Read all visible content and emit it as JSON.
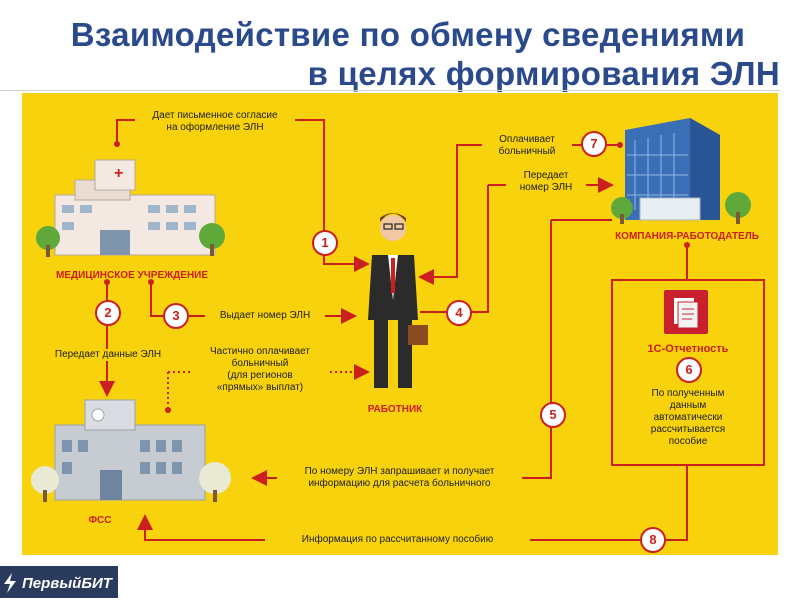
{
  "title": {
    "line1": "Взаимодействие по обмену сведениями",
    "line2": "в целях формирования ЭЛН"
  },
  "entities": {
    "medical": "МЕДИЦИНСКОЕ УЧРЕЖДЕНИЕ",
    "worker": "РАБОТНИК",
    "employer": "КОМПАНИЯ-РАБОТОДАТЕЛЬ",
    "fss": "ФСС",
    "onec": "1С-Отчетность"
  },
  "steps": {
    "s1": {
      "num": "1",
      "text": [
        "Дает письменное согласие",
        "на оформление ЭЛН"
      ]
    },
    "s2": {
      "num": "2",
      "text": [
        "Передает данные ЭЛН"
      ]
    },
    "s3": {
      "num": "3",
      "text": [
        "Выдает номер ЭЛН"
      ]
    },
    "s4": {
      "num": "4",
      "text": [
        "Передает",
        "номер ЭЛН"
      ]
    },
    "s5": {
      "num": "5",
      "text": [
        "По номеру ЭЛН запрашивает и получает",
        "информацию для расчета больничного"
      ]
    },
    "s6": {
      "num": "6",
      "text": [
        "По полученным",
        "данным",
        "автоматически",
        "рассчитывается",
        "пособие"
      ]
    },
    "s7": {
      "num": "7",
      "text": [
        "Оплачивает",
        "больничный"
      ]
    },
    "s8": {
      "num": "8",
      "text": [
        "Информация по рассчитанному пособию"
      ]
    }
  },
  "partial_payment": [
    "Частично оплачивает",
    "больничный",
    "(для регионов",
    "«прямых» выплат)"
  ],
  "logo": "ПервыйБИТ",
  "colors": {
    "panel": "#f7d20d",
    "accent": "#cc1f1f",
    "title": "#2b4a8c"
  }
}
